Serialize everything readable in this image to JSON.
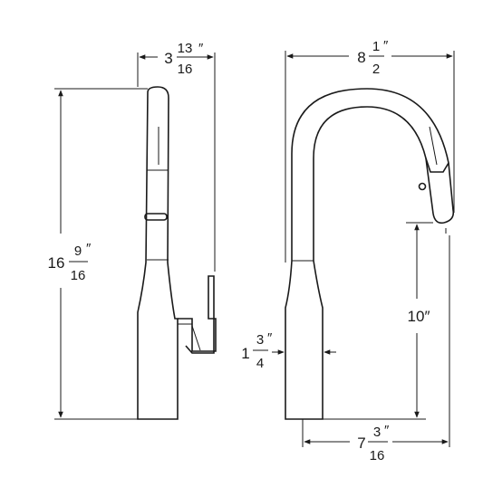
{
  "dimensions": {
    "top_left": {
      "whole": "3",
      "numerator": "13",
      "denominator": "16",
      "unit": "″"
    },
    "height": {
      "whole": "16",
      "numerator": "9",
      "denominator": "16",
      "unit": "″"
    },
    "top_right": {
      "whole": "8",
      "numerator": "1",
      "denominator": "2",
      "unit": "″"
    },
    "base_width": {
      "whole": "1",
      "numerator": "3",
      "denominator": "4",
      "unit": "″"
    },
    "spout_height": {
      "value": "10″"
    },
    "reach": {
      "whole": "7",
      "numerator": "3",
      "denominator": "16",
      "unit": "″"
    }
  },
  "colors": {
    "line": "#1a1a1a",
    "background": "#ffffff"
  }
}
